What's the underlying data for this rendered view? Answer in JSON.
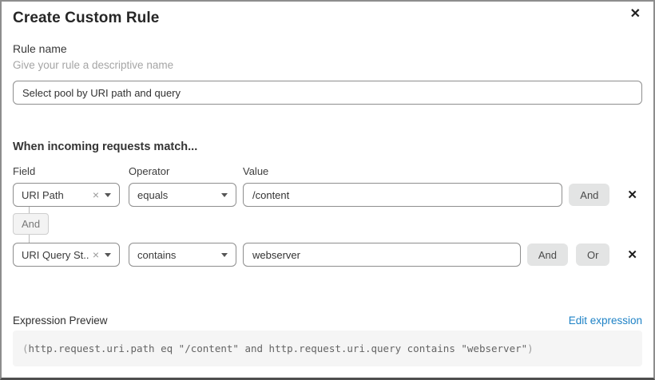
{
  "dialog": {
    "title": "Create Custom Rule"
  },
  "icons": {
    "close": "✕",
    "clear": "×",
    "delete": "✕"
  },
  "rule_name": {
    "label": "Rule name",
    "helper": "Give your rule a descriptive name",
    "value": "Select pool by URI path and query"
  },
  "match": {
    "heading": "When incoming requests match...",
    "columns": {
      "field": "Field",
      "operator": "Operator",
      "value": "Value"
    },
    "rows": [
      {
        "field": "URI Path",
        "operator": "equals",
        "value": "/content",
        "and_label": "And"
      },
      {
        "field": "URI Query St...",
        "operator": "contains",
        "value": "webserver",
        "and_label": "And",
        "or_label": "Or"
      }
    ],
    "connector_label": "And"
  },
  "expression": {
    "label": "Expression Preview",
    "edit_link": "Edit expression",
    "code_open": "(",
    "code_body": "http.request.uri.path eq \"/content\" and http.request.uri.query contains \"webserver\"",
    "code_close": ")",
    "code_full": "(http.request.uri.path eq \"/content\" and http.request.uri.query contains \"webserver\")"
  },
  "colors": {
    "link_blue": "#1e82c6",
    "button_gray": "#e3e4e4",
    "code_bg": "#f5f5f5",
    "border_gray": "#8e8e8e"
  }
}
